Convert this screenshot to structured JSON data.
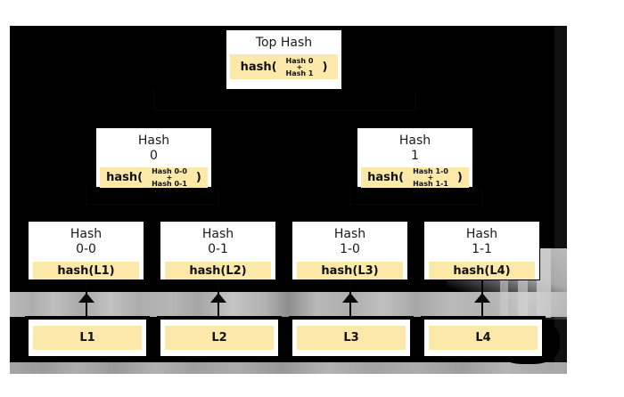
{
  "diagram": {
    "type": "merkle-tree",
    "colors": {
      "canvas_background": "#000000",
      "page_background": "#ffffff",
      "node_fill": "#ffffff",
      "node_border": "#000000",
      "formula_fill": "#fce8a8",
      "text": "#111111"
    },
    "levels": [
      {
        "name": "root",
        "nodes": [
          {
            "id": "top-hash",
            "title": "Top Hash",
            "formula": {
              "prefix": "hash(",
              "operand_a": "Hash 0",
              "operator": "+",
              "operand_b": "Hash 1",
              "suffix": ")"
            }
          }
        ]
      },
      {
        "name": "internal",
        "nodes": [
          {
            "id": "hash-0",
            "title": "Hash\n0",
            "formula": {
              "prefix": "hash(",
              "operand_a": "Hash 0-0",
              "operator": "+",
              "operand_b": "Hash 0-1",
              "suffix": ")"
            }
          },
          {
            "id": "hash-1",
            "title": "Hash\n1",
            "formula": {
              "prefix": "hash(",
              "operand_a": "Hash 1-0",
              "operator": "+",
              "operand_b": "Hash 1-1",
              "suffix": ")"
            }
          }
        ]
      },
      {
        "name": "leaf-hashes",
        "nodes": [
          {
            "id": "hash-0-0",
            "title": "Hash\n0-0",
            "formula_text": "hash(L1)"
          },
          {
            "id": "hash-0-1",
            "title": "Hash\n0-1",
            "formula_text": "hash(L2)"
          },
          {
            "id": "hash-1-0",
            "title": "Hash\n1-0",
            "formula_text": "hash(L3)"
          },
          {
            "id": "hash-1-1",
            "title": "Hash\n1-1",
            "formula_text": "hash(L4)"
          }
        ]
      },
      {
        "name": "data-blocks",
        "nodes": [
          {
            "id": "block-l1",
            "label": "L1"
          },
          {
            "id": "block-l2",
            "label": "L2"
          },
          {
            "id": "block-l3",
            "label": "L3"
          },
          {
            "id": "block-l4",
            "label": "L4"
          }
        ]
      }
    ]
  }
}
